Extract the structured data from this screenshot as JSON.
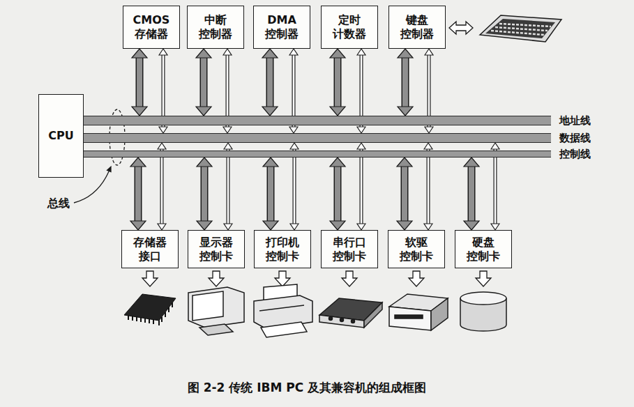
{
  "diagram": {
    "caption": "图 2-2 传统 IBM PC 及其兼容机的组成框图",
    "nodes": [
      {
        "text": [
          "CMOS 存储器"
        ]
      },
      {
        "text": [
          "中断 控制器"
        ]
      },
      {
        "text": [
          "DMA 控制器"
        ]
      },
      {
        "text": [
          "定时 计数器"
        ]
      },
      {
        "text": [
          "键盘 控制器"
        ]
      },
      {
        "text": [
          "CPU"
        ]
      },
      {
        "text": [
          "地址线"
        ]
      },
      {
        "text": [
          "数据线"
        ]
      },
      {
        "text": [
          "控制线"
        ]
      },
      {
        "text": [
          "存储器 接口"
        ]
      },
      {
        "text": [
          "显示器 控制卡"
        ]
      },
      {
        "text": [
          "打印机 控制卡"
        ]
      },
      {
        "text": [
          "串行口 控制卡"
        ]
      },
      {
        "text": [
          "软驱 控制卡"
        ]
      },
      {
        "text": [
          "硬盘 控制卡"
        ]
      }
    ],
    "edges": [
      {
        "from": 5,
        "to": 6,
        "arrow": "none"
      },
      {
        "from": 5,
        "to": 7,
        "arrow": "none"
      },
      {
        "from": 5,
        "to": 8,
        "arrow": "none"
      },
      {
        "from": 0,
        "to": 6,
        "arrow": "both"
      },
      {
        "from": 0,
        "to": 7,
        "arrow": "both"
      },
      {
        "from": 1,
        "to": 6,
        "arrow": "both"
      },
      {
        "from": 1,
        "to": 7,
        "arrow": "both"
      },
      {
        "from": 2,
        "to": 6,
        "arrow": "both"
      },
      {
        "from": 2,
        "to": 7,
        "arrow": "both"
      },
      {
        "from": 3,
        "to": 6,
        "arrow": "both"
      },
      {
        "from": 3,
        "to": 7,
        "arrow": "both"
      },
      {
        "from": 4,
        "to": 6,
        "arrow": "both"
      },
      {
        "from": 4,
        "to": 7,
        "arrow": "both"
      },
      {
        "from": 9,
        "to": 8,
        "arrow": "both"
      },
      {
        "from": 9,
        "to": 7,
        "arrow": "both"
      },
      {
        "from": 10,
        "to": 8,
        "arrow": "both"
      },
      {
        "from": 10,
        "to": 7,
        "arrow": "both"
      },
      {
        "from": 11,
        "to": 8,
        "arrow": "both"
      },
      {
        "from": 11,
        "to": 7,
        "arrow": "both"
      },
      {
        "from": 12,
        "to": 8,
        "arrow": "both"
      },
      {
        "from": 12,
        "to": 7,
        "arrow": "both"
      },
      {
        "from": 13,
        "to": 8,
        "arrow": "both"
      },
      {
        "from": 13,
        "to": 7,
        "arrow": "both"
      },
      {
        "from": 14,
        "to": 8,
        "arrow": "both"
      },
      {
        "from": 14,
        "to": 7,
        "arrow": "both"
      }
    ],
    "labels": [
      "总线"
    ]
  }
}
